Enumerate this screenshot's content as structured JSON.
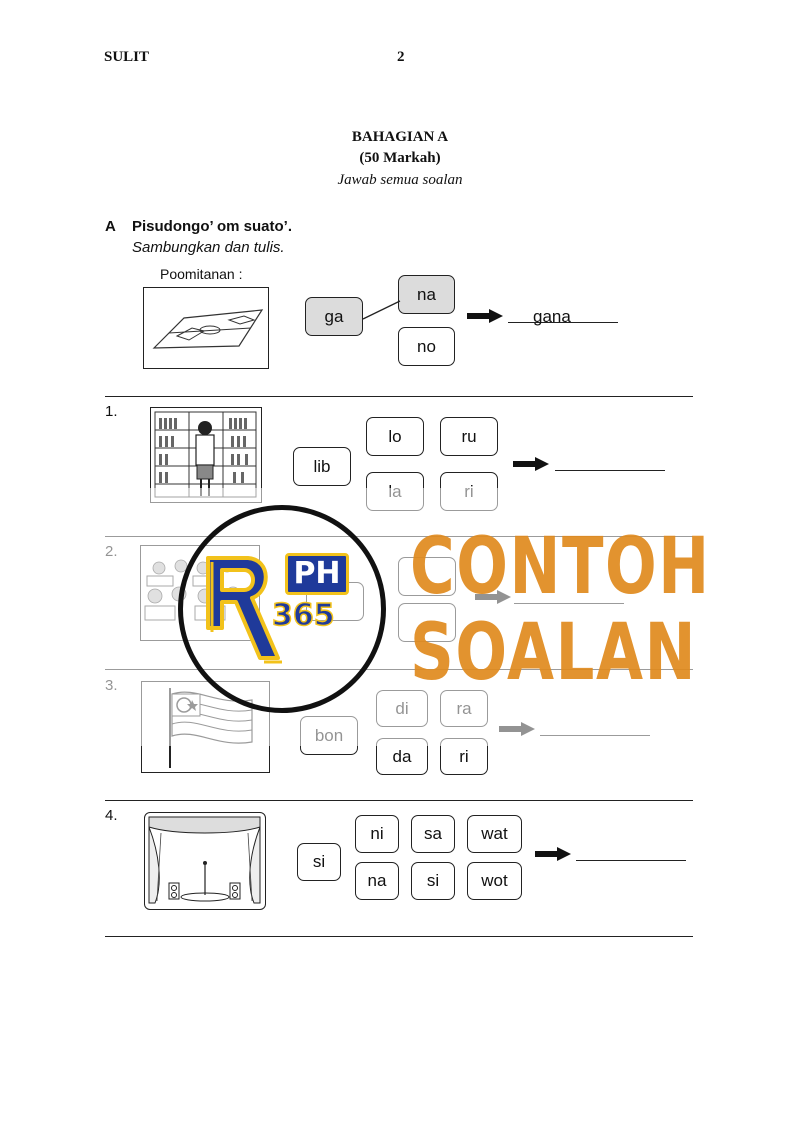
{
  "header": {
    "left": "SULIT",
    "page_number": "2"
  },
  "section": {
    "title": "BAHAGIAN A",
    "marks": "(50 Markah)",
    "instruction": "Jawab semua soalan"
  },
  "part_a": {
    "letter": "A",
    "title": "Pisudongo’ om suato’.",
    "subtitle": "Sambungkan dan tulis.",
    "example_label": "Poomitanan :",
    "example": {
      "left": "ga",
      "options": [
        "na",
        "no"
      ],
      "answer": "gana"
    }
  },
  "questions": [
    {
      "number": "1.",
      "left": "lib",
      "options": [
        "lo",
        "ru",
        "la",
        "ri"
      ]
    },
    {
      "number": "2.",
      "left": "",
      "options": [
        "",
        ""
      ]
    },
    {
      "number": "3.",
      "left": "bon",
      "options": [
        "di",
        "ra",
        "da",
        "ri"
      ]
    },
    {
      "number": "4.",
      "left": "si",
      "options": [
        "ni",
        "sa",
        "wat",
        "na",
        "si",
        "wot"
      ]
    }
  ],
  "watermark": {
    "logo_text": "PH",
    "logo_number": "365",
    "line1": "CONTOH",
    "line2": "SOALAN"
  },
  "colors": {
    "watermark_orange": "#e08a1e",
    "logo_blue": "#1f3a9a",
    "logo_yellow": "#f2c21b",
    "box_grey": "#dcdcdc"
  }
}
